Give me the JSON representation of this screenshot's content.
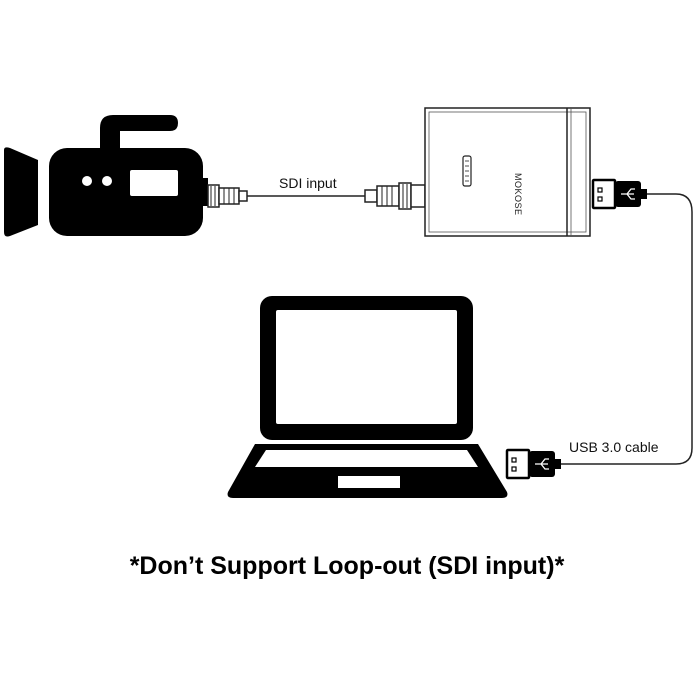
{
  "labels": {
    "sdi_cable": "SDI input",
    "usb_cable": "USB 3.0 cable",
    "device_brand": "MOKOSE"
  },
  "caption": "*Don’t Support Loop-out (SDI  input)*",
  "colors": {
    "ink": "#000000",
    "outline": "#333333",
    "background": "#ffffff"
  },
  "icons": [
    "video-camera-icon",
    "bnc-connector-icon",
    "capture-device-icon",
    "usb-connector-icon",
    "laptop-icon"
  ]
}
